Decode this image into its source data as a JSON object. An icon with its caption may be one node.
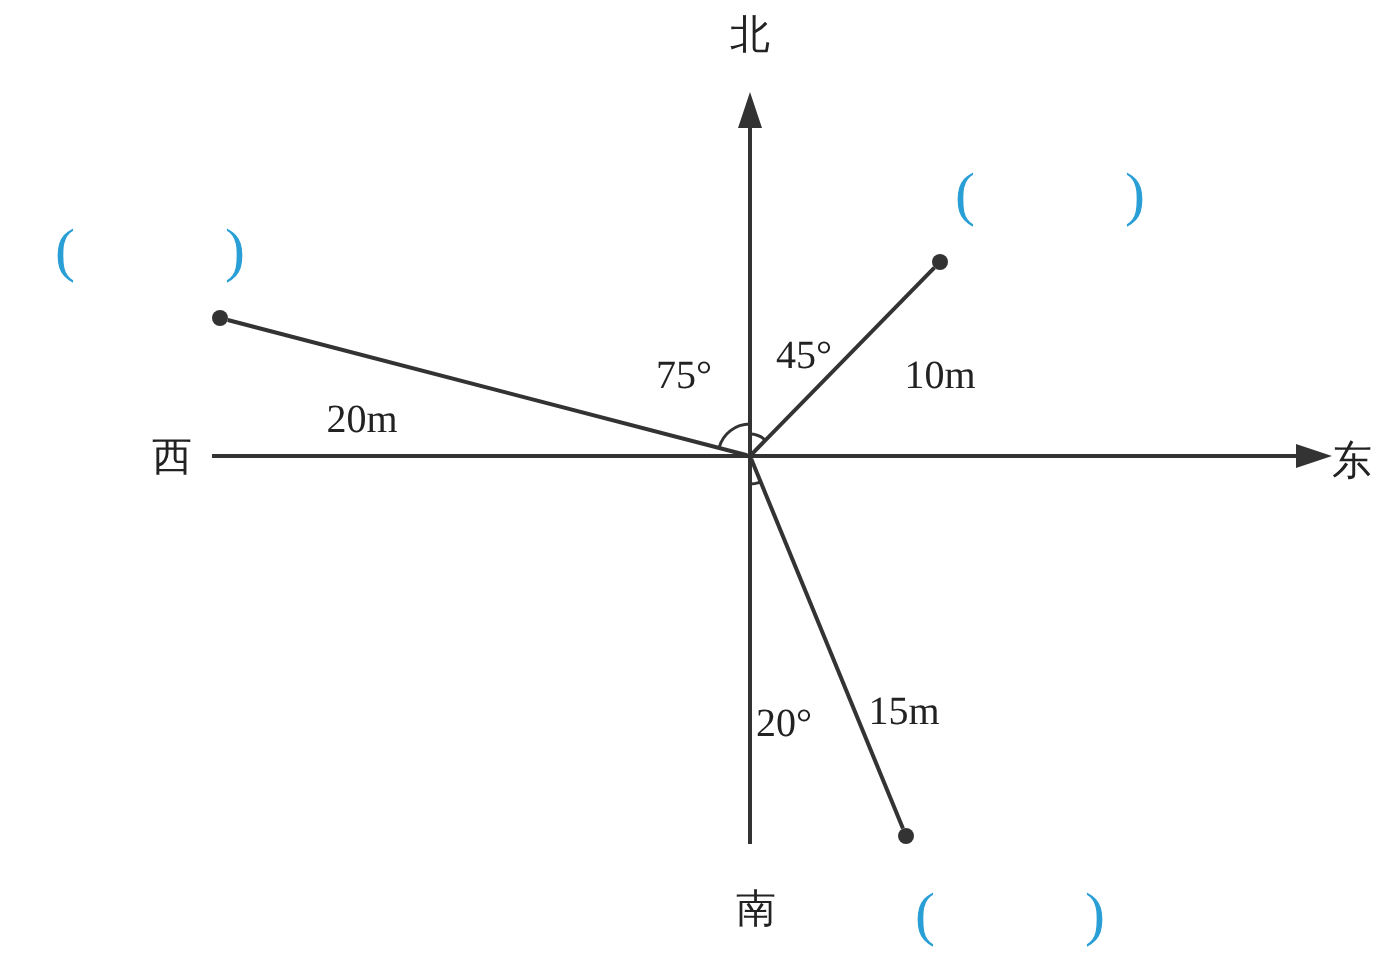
{
  "diagram": {
    "nodes": [
      {
        "text": [],
        "shape": "circle",
        "beside": [
          "(          )"
        ]
      },
      {
        "text": [],
        "shape": "circle",
        "beside": [
          "(          )"
        ]
      },
      {
        "text": [],
        "shape": "circle",
        "beside": [
          "(          )"
        ]
      },
      {
        "text": [],
        "shape": "point"
      }
    ],
    "edges": [
      {
        "from": 3,
        "to": 0,
        "arrow": "none",
        "label": "20m"
      },
      {
        "from": 3,
        "to": 1,
        "arrow": "none",
        "label": "10m"
      },
      {
        "from": 3,
        "to": 2,
        "arrow": "none",
        "label": "15m"
      }
    ],
    "labels": [
      "北",
      "75°",
      "45°",
      "西",
      "东",
      "20°",
      "南"
    ]
  }
}
